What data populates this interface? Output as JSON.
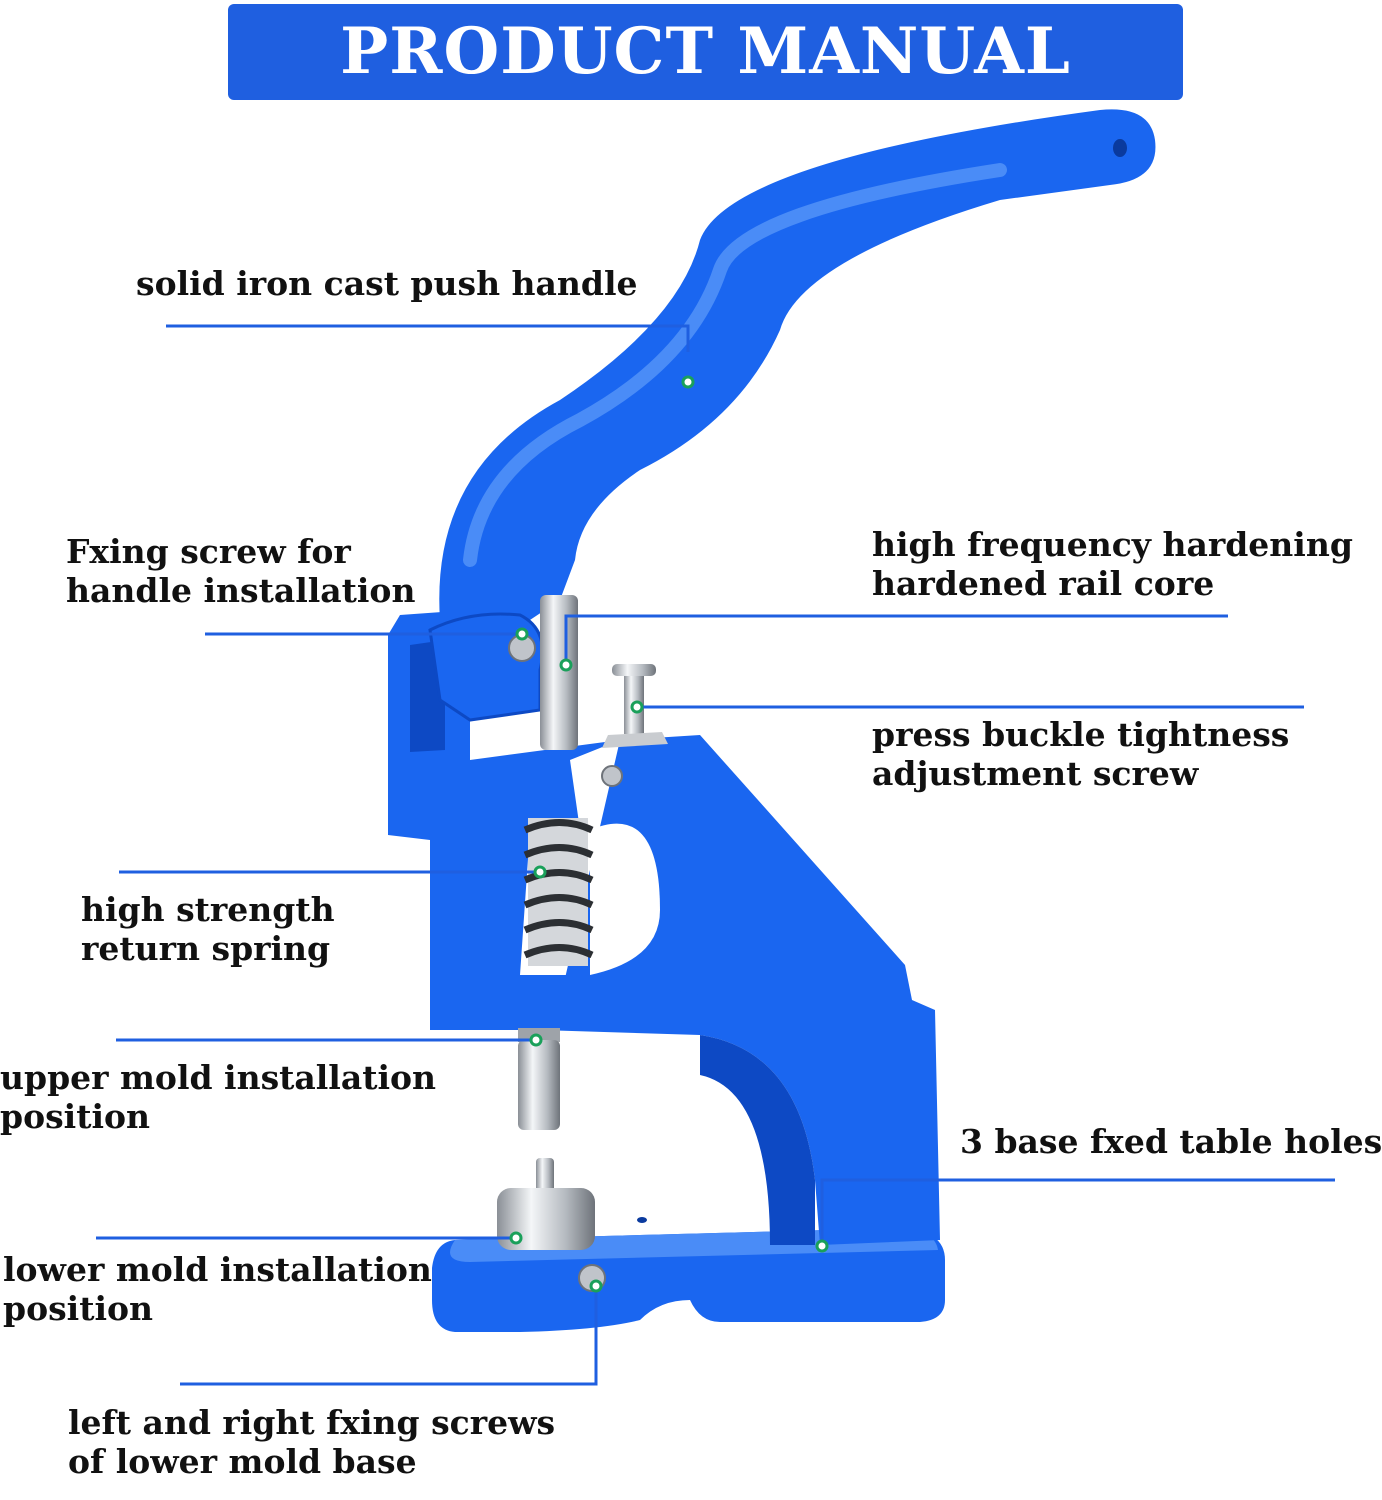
{
  "header": {
    "title": "PRODUCT MANUAL"
  },
  "colors": {
    "banner": "#1f5fe0",
    "machine_body": "#1a66f0",
    "machine_shadow": "#0d49c4",
    "leader_line": "#1f5fe0",
    "marker_dot": "#1aa05a"
  },
  "callouts": [
    {
      "name": "push-handle",
      "lines": [
        "solid iron cast push handle"
      ]
    },
    {
      "name": "fixing-screw",
      "lines": [
        "Fxing screw for",
        "handle installation"
      ]
    },
    {
      "name": "rail-core",
      "lines": [
        "high frequency hardening",
        "hardened rail core"
      ]
    },
    {
      "name": "adjust-screw",
      "lines": [
        "press buckle tightness",
        "adjustment screw"
      ]
    },
    {
      "name": "return-spring",
      "lines": [
        "high strength",
        "return spring"
      ]
    },
    {
      "name": "upper-mold",
      "lines": [
        "upper mold installation",
        "position"
      ]
    },
    {
      "name": "table-holes",
      "lines": [
        "3 base fxed table holes"
      ]
    },
    {
      "name": "lower-mold",
      "lines": [
        "lower mold installation",
        "position"
      ]
    },
    {
      "name": "base-screws",
      "lines": [
        "left and right fxing screws",
        "of lower mold base"
      ]
    }
  ]
}
